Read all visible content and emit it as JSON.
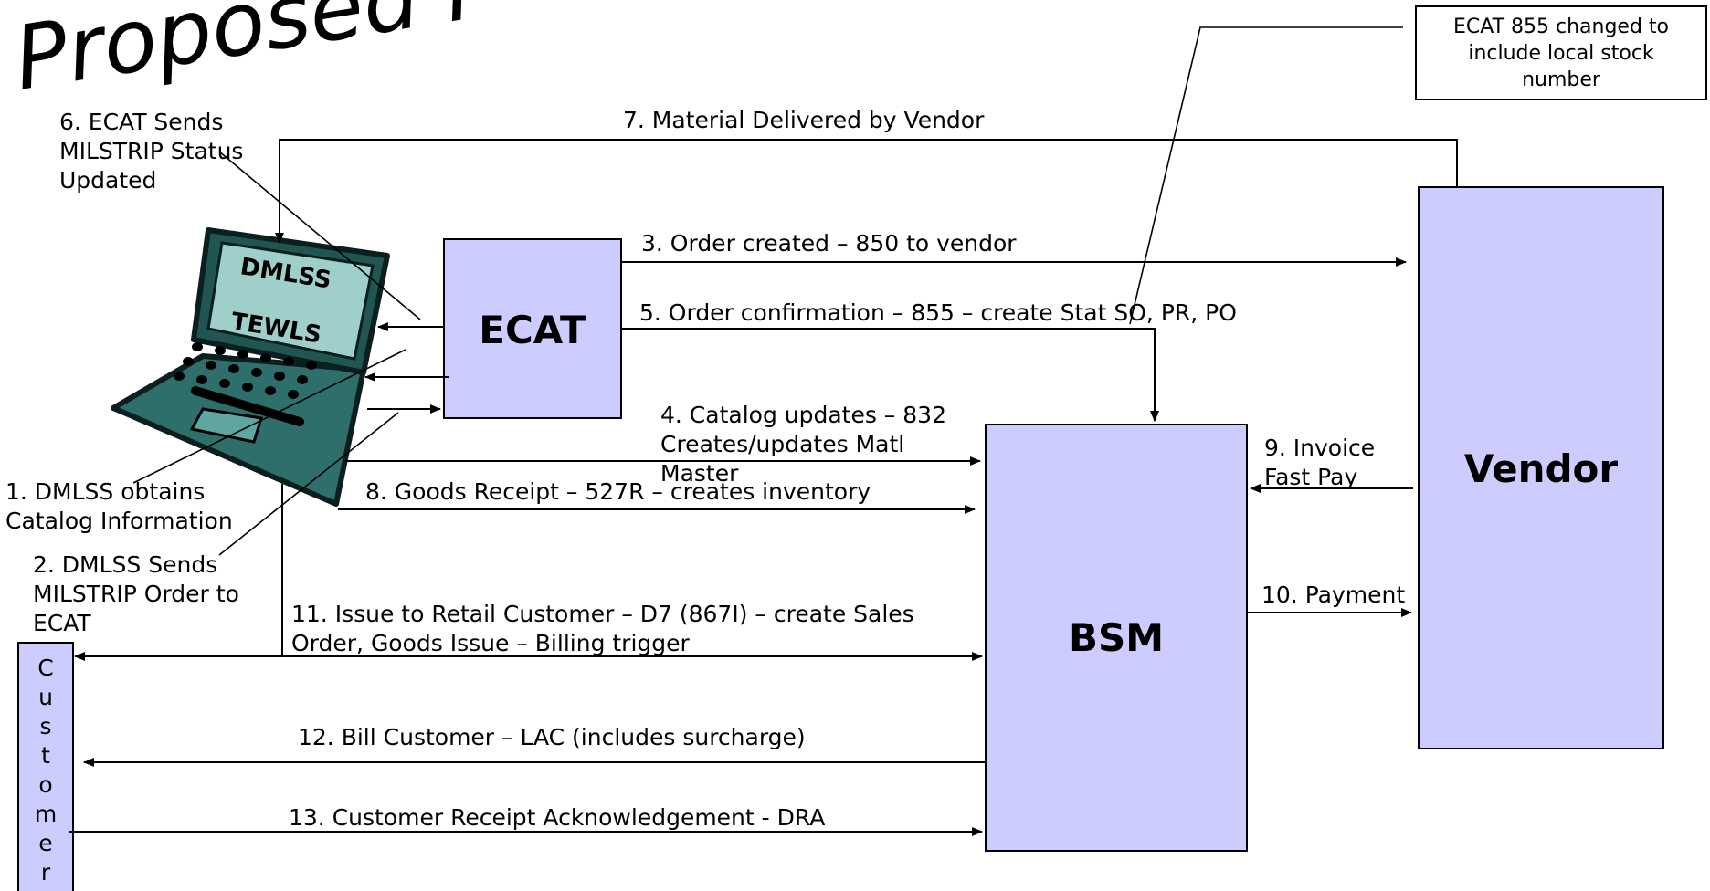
{
  "diagram": {
    "title": "Proposed P",
    "systems": {
      "laptop": {
        "screen_top": "DMLSS",
        "screen_bottom": "TEWLS"
      },
      "ecat": "ECAT",
      "bsm": "BSM",
      "vendor": "Vendor",
      "customer": [
        "C",
        "u",
        "s",
        "t",
        "o",
        "m",
        "e",
        "r"
      ]
    },
    "note": [
      "ECAT 855 changed to",
      "include local stock",
      "number"
    ],
    "steps": {
      "s1": [
        "1.  DMLSS obtains",
        "Catalog Information"
      ],
      "s2": [
        "2.  DMLSS Sends",
        "MILSTRIP Order to",
        "ECAT"
      ],
      "s3": "3. Order created – 850 to vendor",
      "s4": [
        "4. Catalog updates  – 832",
        "Creates/updates Matl",
        "Master"
      ],
      "s5": "5. Order confirmation – 855 – create Stat SO, PR, PO",
      "s6": [
        "6.  ECAT Sends",
        "MILSTRIP Status",
        "Updated"
      ],
      "s7": "7. Material Delivered by Vendor",
      "s8": "8. Goods Receipt – 527R – creates inventory",
      "s9": [
        "9. Invoice",
        "Fast Pay"
      ],
      "s10": "10. Payment",
      "s11": [
        "11. Issue to Retail Customer – D7 (867I) – create Sales",
        "Order,  Goods Issue – Billing trigger"
      ],
      "s12": "12. Bill Customer – LAC (includes surcharge)",
      "s13": "13. Customer Receipt Acknowledgement - DRA"
    }
  }
}
